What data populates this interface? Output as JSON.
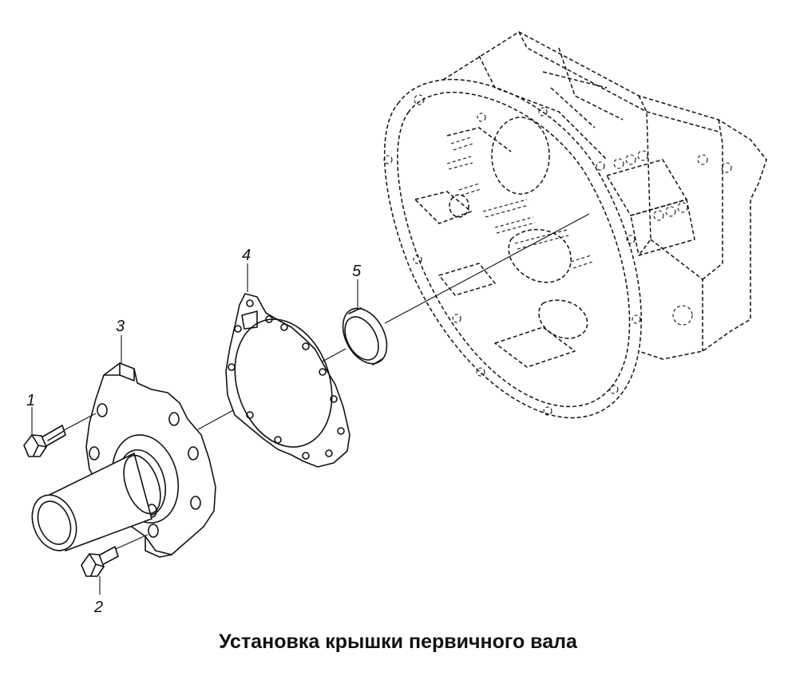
{
  "caption": "Установка крышки первичного вала",
  "callouts": [
    {
      "id": "1",
      "label": "1"
    },
    {
      "id": "2",
      "label": "2"
    },
    {
      "id": "3",
      "label": "3"
    },
    {
      "id": "4",
      "label": "4"
    },
    {
      "id": "5",
      "label": "5"
    }
  ],
  "colors": {
    "line": "#111111",
    "background": "#ffffff"
  }
}
